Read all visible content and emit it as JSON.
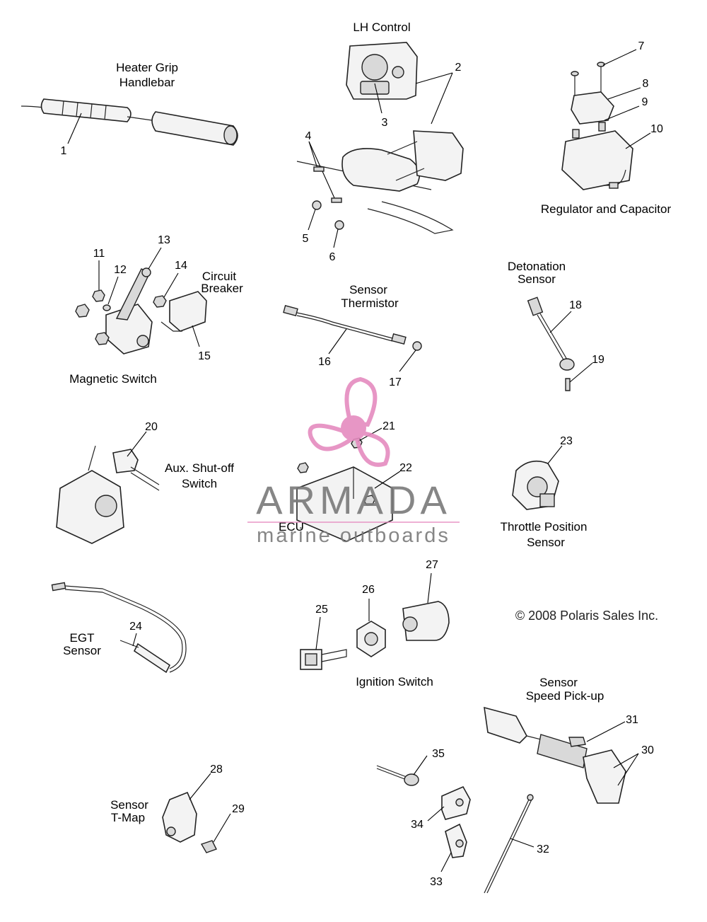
{
  "labels": {
    "lh_control": "LH Control",
    "heater_grip_1": "Heater Grip",
    "heater_grip_2": "Handlebar",
    "regulator": "Regulator and Capacitor",
    "circuit_breaker_1": "Circuit",
    "circuit_breaker_2": "Breaker",
    "magnetic_switch": "Magnetic Switch",
    "sensor_thermistor_1": "Sensor",
    "sensor_thermistor_2": "Thermistor",
    "detonation_1": "Detonation",
    "detonation_2": "Sensor",
    "aux_shutoff_1": "Aux. Shut-off",
    "aux_shutoff_2": "Switch",
    "ecu": "ECU",
    "throttle_1": "Throttle Position",
    "throttle_2": "Sensor",
    "egt_1": "EGT",
    "egt_2": "Sensor",
    "ignition": "Ignition Switch",
    "speed_1": "Sensor",
    "speed_2": "Speed Pick-up",
    "tmap_1": "Sensor",
    "tmap_2": "T-Map",
    "copyright": "© 2008 Polaris Sales Inc."
  },
  "part_numbers": [
    "1",
    "2",
    "3",
    "4",
    "5",
    "6",
    "7",
    "8",
    "9",
    "10",
    "11",
    "12",
    "13",
    "14",
    "15",
    "16",
    "17",
    "18",
    "19",
    "20",
    "21",
    "22",
    "23",
    "24",
    "25",
    "26",
    "27",
    "28",
    "29",
    "30",
    "31",
    "32",
    "33",
    "34",
    "35"
  ],
  "watermark": {
    "brand": "ARMADA",
    "tagline": "marine outboards",
    "color": "#e58bbf"
  }
}
